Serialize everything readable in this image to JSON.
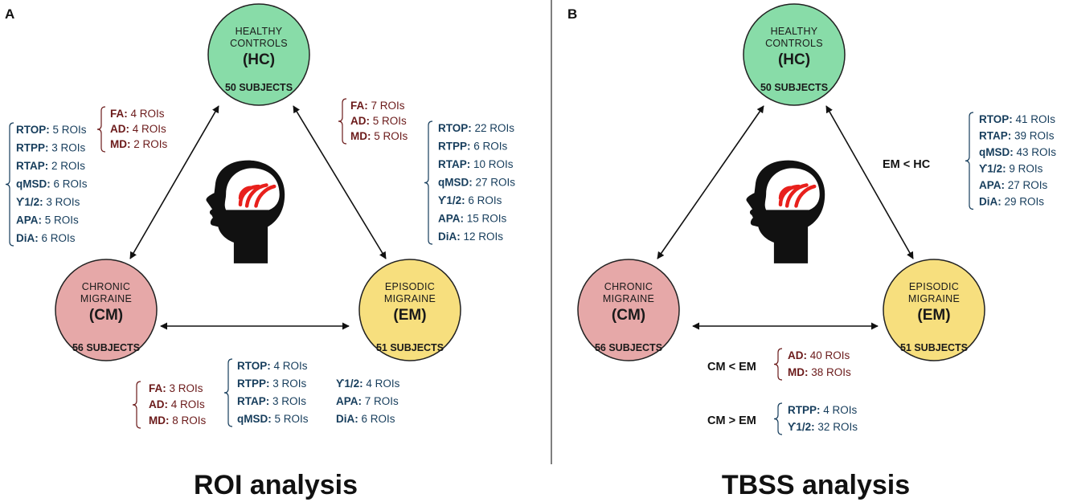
{
  "panels": [
    {
      "letter": "A",
      "title": "ROI analysis",
      "nodes": {
        "hc": {
          "line1": "HEALTHY",
          "line2": "CONTROLS",
          "abbr": "(HC)",
          "subjects": "50 SUBJECTS",
          "color": "#88dca8"
        },
        "cm": {
          "line1": "CHRONIC",
          "line2": "MIGRAINE",
          "abbr": "(CM)",
          "subjects": "56 SUBJECTS",
          "color": "#e6a8a8"
        },
        "em": {
          "line1": "EPISODIC",
          "line2": "MIGRAINE",
          "abbr": "(EM)",
          "subjects": "51 SUBJECTS",
          "color": "#f7df7e"
        }
      },
      "groups": [
        {
          "tone": "blue",
          "items": [
            {
              "label": "RTOP:",
              "value": " 5 ROIs"
            },
            {
              "label": "RTPP:",
              "value": " 3 ROIs"
            },
            {
              "label": "RTAP:",
              "value": " 2 ROIs"
            },
            {
              "label": "qMSD:",
              "value": " 6 ROIs"
            },
            {
              "label": "ϒ1/2:",
              "value": " 3 ROIs"
            },
            {
              "label": "APA:",
              "value": " 5 ROIs"
            },
            {
              "label": "DiA:",
              "value": " 6 ROIs"
            }
          ]
        },
        {
          "tone": "red",
          "items": [
            {
              "label": "FA:",
              "value": " 4 ROIs"
            },
            {
              "label": "AD:",
              "value": " 4 ROIs"
            },
            {
              "label": "MD:",
              "value": " 2 ROIs"
            }
          ]
        },
        {
          "tone": "red",
          "items": [
            {
              "label": "FA:",
              "value": " 7 ROIs"
            },
            {
              "label": "AD:",
              "value": " 5 ROIs"
            },
            {
              "label": "MD:",
              "value": " 5 ROIs"
            }
          ]
        },
        {
          "tone": "blue",
          "items": [
            {
              "label": "RTOP:",
              "value": " 22 ROIs"
            },
            {
              "label": "RTPP:",
              "value": " 6 ROIs"
            },
            {
              "label": "RTAP:",
              "value": " 10 ROIs"
            },
            {
              "label": "qMSD:",
              "value": " 27 ROIs"
            },
            {
              "label": "ϒ1/2:",
              "value": " 6 ROIs"
            },
            {
              "label": "APA:",
              "value": " 15 ROIs"
            },
            {
              "label": "DiA:",
              "value": " 12 ROIs"
            }
          ]
        },
        {
          "tone": "red",
          "items": [
            {
              "label": "FA:",
              "value": " 3 ROIs"
            },
            {
              "label": "AD:",
              "value": " 4 ROIs"
            },
            {
              "label": "MD:",
              "value": " 8 ROIs"
            }
          ]
        },
        {
          "tone": "blue",
          "items": [
            {
              "label": "RTOP:",
              "value": " 4 ROIs"
            },
            {
              "label": "RTPP:",
              "value": " 3 ROIs"
            },
            {
              "label": "RTAP:",
              "value": " 3 ROIs"
            },
            {
              "label": "qMSD:",
              "value": " 5 ROIs"
            }
          ]
        },
        {
          "tone": "blue",
          "items": [
            {
              "label": "ϒ1/2:",
              "value": " 4 ROIs"
            },
            {
              "label": "APA:",
              "value": " 7 ROIs"
            },
            {
              "label": "DiA:",
              "value": " 6 ROIs"
            }
          ]
        }
      ]
    },
    {
      "letter": "B",
      "title": "TBSS analysis",
      "nodes": {
        "hc": {
          "line1": "HEALTHY",
          "line2": "CONTROLS",
          "abbr": "(HC)",
          "subjects": "50 SUBJECTS",
          "color": "#88dca8"
        },
        "cm": {
          "line1": "CHRONIC",
          "line2": "MIGRAINE",
          "abbr": "(CM)",
          "subjects": "56 SUBJECTS",
          "color": "#e6a8a8"
        },
        "em": {
          "line1": "EPISODIC",
          "line2": "MIGRAINE",
          "abbr": "(EM)",
          "subjects": "51 SUBJECTS",
          "color": "#f7df7e"
        }
      },
      "comparisons": [
        {
          "text": "EM < HC"
        },
        {
          "text": "CM < EM"
        },
        {
          "text": "CM > EM"
        }
      ],
      "groups": [
        {
          "tone": "blue",
          "items": [
            {
              "label": "RTOP:",
              "value": " 41 ROIs"
            },
            {
              "label": "RTAP:",
              "value": " 39 ROIs"
            },
            {
              "label": "qMSD:",
              "value": " 43 ROIs"
            },
            {
              "label": "ϒ1/2:",
              "value": " 9 ROIs"
            },
            {
              "label": "APA:",
              "value": " 27 ROIs"
            },
            {
              "label": "DiA:",
              "value": " 29 ROIs"
            }
          ]
        },
        {
          "tone": "red",
          "items": [
            {
              "label": "AD:",
              "value": " 40 ROIs"
            },
            {
              "label": "MD:",
              "value": " 38 ROIs"
            }
          ]
        },
        {
          "tone": "blue",
          "items": [
            {
              "label": "RTPP:",
              "value": " 4 ROIs"
            },
            {
              "label": "ϒ1/2:",
              "value": " 32 ROIs"
            }
          ]
        }
      ]
    }
  ],
  "colors": {
    "blue_text": "#163d5c",
    "red_text": "#6b1a1a",
    "brain_arcs": "#e8201c",
    "head": "#111111"
  }
}
